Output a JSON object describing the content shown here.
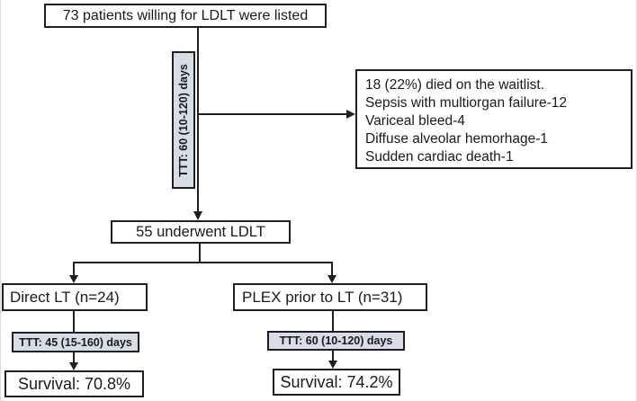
{
  "flowchart": {
    "listed": {
      "label": "73 patients willing for LDLT were listed"
    },
    "waitlist_ttt_vertical": {
      "label": "TTT: 60 (10-120) days"
    },
    "deaths": {
      "lines": [
        "18 (22%) died on the waitlist.",
        "Sepsis with multiorgan failure-12",
        "Variceal bleed-4",
        "Diffuse alveolar hemorhage-1",
        "Sudden cardiac death-1"
      ]
    },
    "underwent": {
      "label": "55 underwent LDLT"
    },
    "direct_branch": {
      "label": "Direct LT (n=24)",
      "ttt": "TTT: 45 (15-160) days",
      "survival": "Survival: 70.8%"
    },
    "plex_branch": {
      "label": "PLEX prior to LT (n=31)",
      "ttt": "TTT: 60 (10-120) days",
      "survival": "Survival: 74.2%"
    },
    "colors": {
      "line": "#1f1f1f",
      "box_border": "#1f1f1f",
      "ttt_fill": "#d7dde6",
      "background": "#ffffff"
    }
  }
}
